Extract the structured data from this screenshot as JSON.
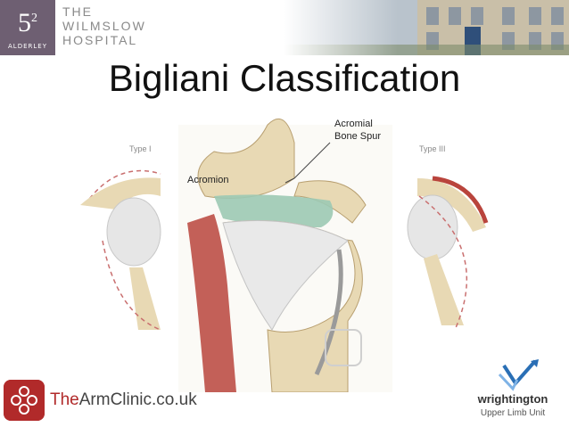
{
  "header": {
    "logo_number": "5",
    "logo_superscript": "2",
    "logo_caption": "ALDERLEY",
    "hospital_lines": [
      "THE",
      "WILMSLOW",
      "HOSPITAL"
    ]
  },
  "slide": {
    "title": "Bigliani Classification"
  },
  "figure": {
    "type_labels": [
      "Type I",
      "Type III"
    ],
    "labels": [
      "Acromial",
      "Bone Spur",
      "Acromion"
    ]
  },
  "footer": {
    "arm_clinic_prefix": "The",
    "arm_clinic_main": "ArmClinic.co.uk",
    "unit_name": "wrightington",
    "unit_sub": "Upper Limb Unit"
  },
  "colors": {
    "logo_bg": "#6e5f72",
    "clinic_red": "#b12a2a",
    "unit_blue": "#2a6fb5",
    "bone": "#e8d9b4",
    "muscle": "#b9443c",
    "cartilage": "#9cc9b4"
  }
}
